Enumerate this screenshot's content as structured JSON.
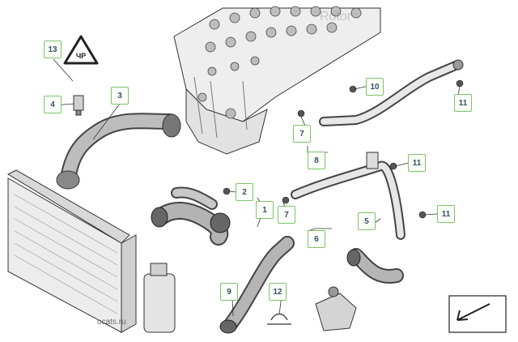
{
  "diagram": {
    "watermark": "Rotor",
    "site": "ocats.ru",
    "warning_label": "ЧР",
    "accent_color": "#7cc46a",
    "callouts": [
      {
        "id": "13",
        "label": "13"
      },
      {
        "id": "4",
        "label": "4"
      },
      {
        "id": "3",
        "label": "3"
      },
      {
        "id": "10",
        "label": "10"
      },
      {
        "id": "11a",
        "label": "11"
      },
      {
        "id": "7a",
        "label": "7"
      },
      {
        "id": "8",
        "label": "8"
      },
      {
        "id": "11b",
        "label": "11"
      },
      {
        "id": "2",
        "label": "2"
      },
      {
        "id": "1",
        "label": "1"
      },
      {
        "id": "7b",
        "label": "7"
      },
      {
        "id": "11c",
        "label": "11"
      },
      {
        "id": "5",
        "label": "5"
      },
      {
        "id": "6",
        "label": "6"
      },
      {
        "id": "9",
        "label": "9"
      },
      {
        "id": "12",
        "label": "12"
      }
    ]
  }
}
